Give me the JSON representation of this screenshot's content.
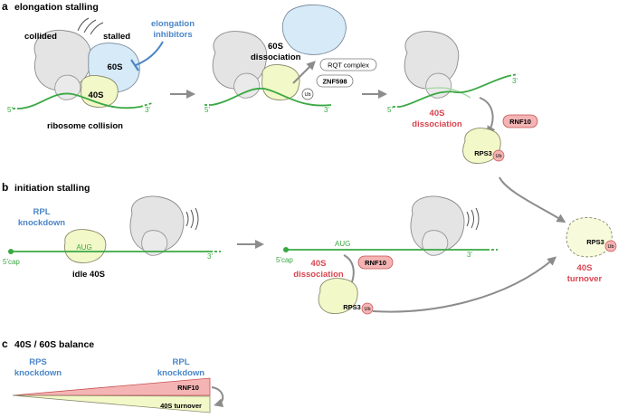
{
  "panels": {
    "a": {
      "letter": "a",
      "title": "elongation stalling",
      "collided": "collided",
      "stalled": "stalled",
      "inhibitors_line1": "elongation",
      "inhibitors_line2": "inhibitors",
      "sub60": "60S",
      "sub40": "40S",
      "five": "5'",
      "three": "3'",
      "collision": "ribosome collision",
      "dissoc60_line1": "60S",
      "dissoc60_line2": "dissociation",
      "rqt": "RQT complex",
      "znf598": "ZNF598",
      "ub": "Ub",
      "dissoc40_line1": "40S",
      "dissoc40_line2": "dissociation",
      "rnf10": "RNF10",
      "rps3": "RPS3"
    },
    "b": {
      "letter": "b",
      "title": "initiation stalling",
      "rpl_line1": "RPL",
      "rpl_line2": "knockdown",
      "aug": "AUG",
      "cap": "5'cap",
      "three": "3'",
      "idle": "idle 40S",
      "dissoc40_line1": "40S",
      "dissoc40_line2": "dissociation",
      "rnf10": "RNF10",
      "rps3": "RPS3",
      "ub": "Ub",
      "turnover_line1": "40S",
      "turnover_line2": "turnover"
    },
    "c": {
      "letter": "c",
      "title": "40S / 60S balance",
      "rps_line1": "RPS",
      "rps_line2": "knockdown",
      "rpl_line1": "RPL",
      "rpl_line2": "knockdown",
      "rnf10": "RNF10",
      "turnover": "40S turnover"
    }
  },
  "colors": {
    "mrna": "#3aa843",
    "blue_text": "#4a86c8",
    "red_text": "#d9454f",
    "subunit_60s_blue": "#d6eaf8",
    "subunit_40s_yellow": "#f2f8c8",
    "rnf10_fill": "#f4b4b4"
  }
}
